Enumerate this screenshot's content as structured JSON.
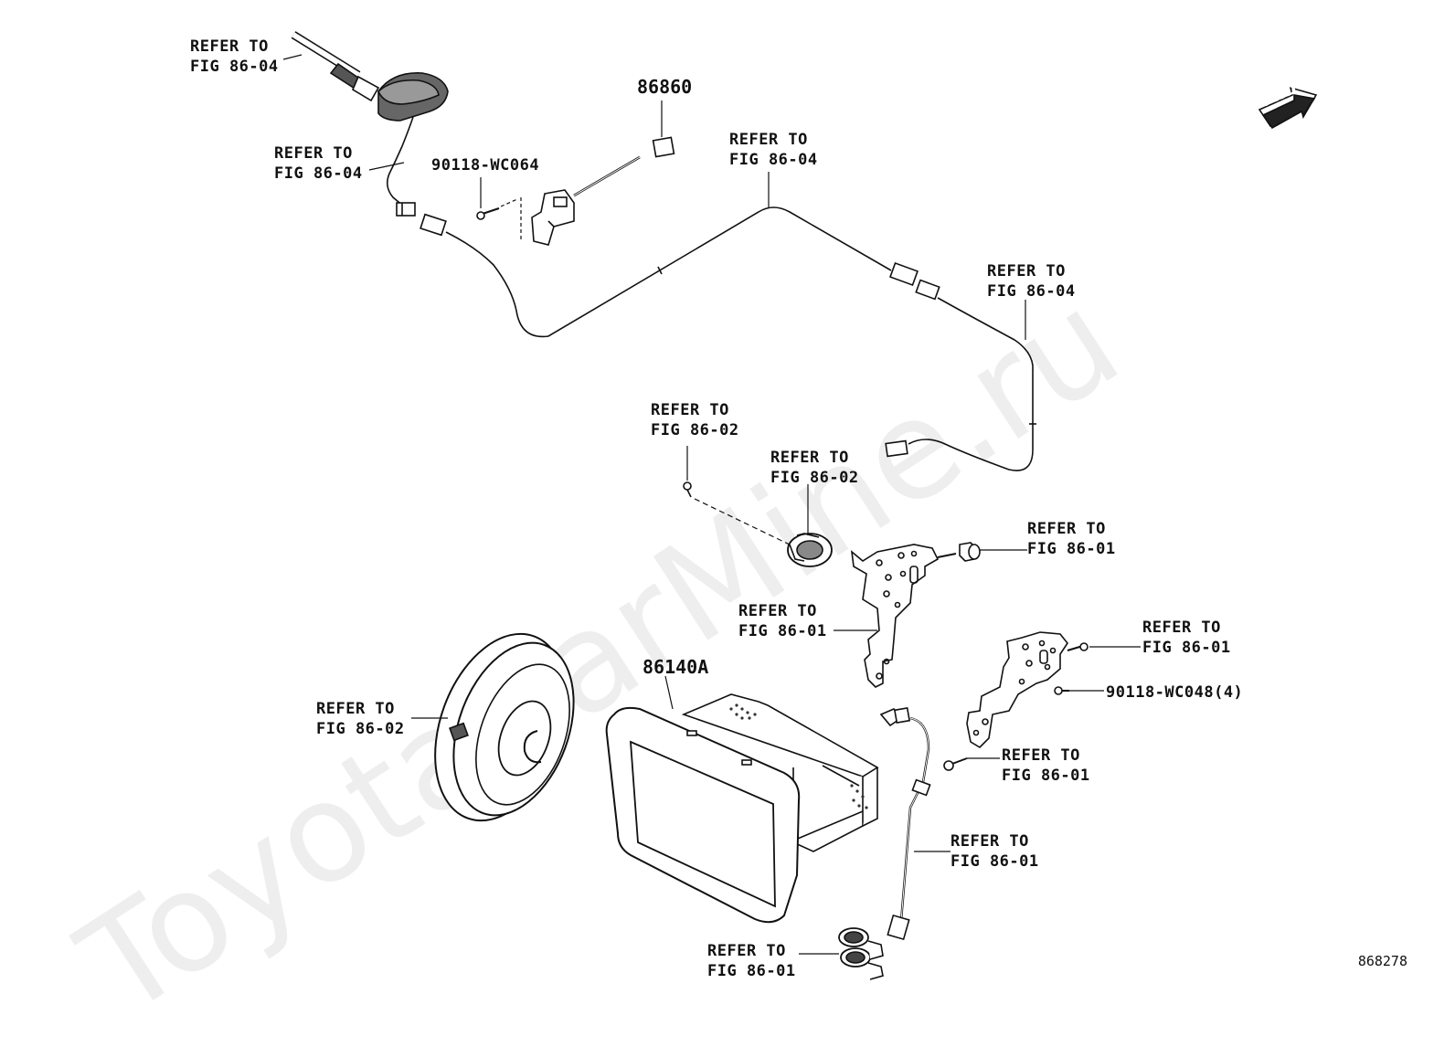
{
  "watermark": "ToyotaCarMine.ru",
  "figure_number": "868278",
  "fwd_label": "FWD",
  "part_numbers": {
    "navigation_receiver": "86140A",
    "connector": "86860",
    "screw_top": "90118-WC064",
    "screw_bracket": "90118-WC048(4)"
  },
  "refer_labels": {
    "antenna_top": {
      "line1": "REFER TO",
      "line2": "FIG 86-04"
    },
    "antenna_cable": {
      "line1": "REFER TO",
      "line2": "FIG 86-04"
    },
    "cable_mid": {
      "line1": "REFER TO",
      "line2": "FIG 86-04"
    },
    "cable_right": {
      "line1": "REFER TO",
      "line2": "FIG 86-04"
    },
    "screw_mid": {
      "line1": "REFER TO",
      "line2": "FIG 86-02"
    },
    "speaker_ring": {
      "line1": "REFER TO",
      "line2": "FIG 86-02"
    },
    "nut_right": {
      "line1": "REFER TO",
      "line2": "FIG 86-01"
    },
    "bracket_left": {
      "line1": "REFER TO",
      "line2": "FIG 86-01"
    },
    "bracket_right": {
      "line1": "REFER TO",
      "line2": "FIG 86-01"
    },
    "speaker_left": {
      "line1": "REFER TO",
      "line2": "FIG 86-02"
    },
    "screw_bottom": {
      "line1": "REFER TO",
      "line2": "FIG 86-01"
    },
    "harness": {
      "line1": "REFER TO",
      "line2": "FIG 86-01"
    },
    "usb_port": {
      "line1": "REFER TO",
      "line2": "FIG 86-01"
    }
  }
}
